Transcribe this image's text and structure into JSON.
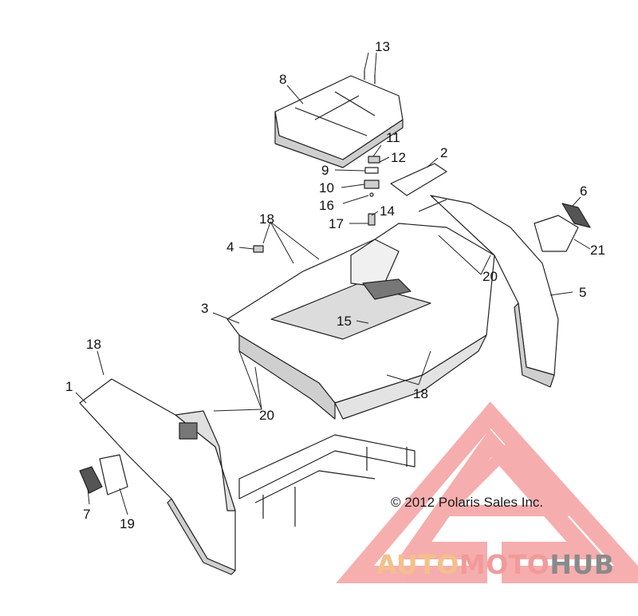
{
  "callouts": [
    "1",
    "2",
    "3",
    "4",
    "5",
    "6",
    "7",
    "8",
    "9",
    "10",
    "11",
    "12",
    "13",
    "14",
    "15",
    "16",
    "17",
    "18",
    "18",
    "18",
    "19",
    "20",
    "20",
    "21"
  ],
  "copyright": "© 2012 Polaris Sales Inc.",
  "watermark": {
    "auto": "AUTO",
    "moto": "MOTO",
    "hub": "HUB"
  },
  "colors": {
    "line": "#222222",
    "shade": "#cfcfcf",
    "watermark_red": "#f06b6b",
    "watermark_orange": "#f3b36b",
    "watermark_gray": "#8a8a8a"
  }
}
